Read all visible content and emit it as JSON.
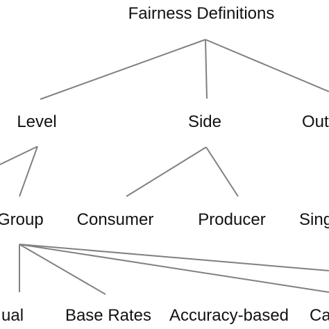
{
  "tree": {
    "root": "Fairness Definitions",
    "level_1": [
      "Level",
      "Side",
      "Out"
    ],
    "level_2": [
      "Group",
      "Consumer",
      "Producer",
      "Sing"
    ],
    "level_3": [
      "ual",
      "Base Rates",
      "Accuracy-based",
      "Ca"
    ]
  },
  "colors": {
    "edge": "#808080",
    "text": "#111111",
    "background": "#ffffff"
  }
}
